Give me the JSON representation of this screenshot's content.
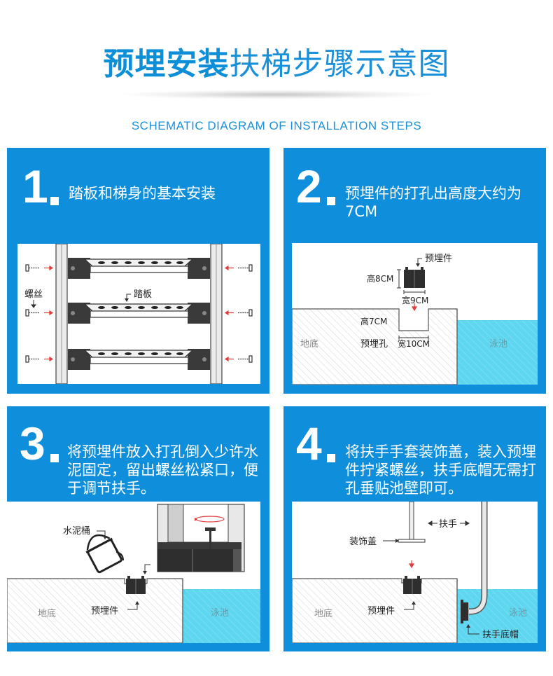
{
  "title": {
    "bold": "预埋安装",
    "rest": "扶梯步骤示意图"
  },
  "subtitle": "SCHEMATIC DIAGRAM OF INSTALLATION STEPS",
  "steps": [
    {
      "num": "1",
      "text": "踏板和梯身的基本安装",
      "labels": {
        "screw": "螺丝",
        "step": "踏板"
      }
    },
    {
      "num": "2",
      "text": "预埋件的打孔出高度大约为7CM",
      "labels": {
        "embed": "预埋件",
        "h8": "高8CM",
        "w9": "宽9CM",
        "h7": "高7CM",
        "ground": "地底",
        "hole": "预埋孔",
        "w10": "宽10CM",
        "pool": "泳池"
      }
    },
    {
      "num": "3",
      "text": "将预埋件放入打孔倒入少许水泥固定，留出螺丝松紧口，便于调节扶手。",
      "labels": {
        "bucket": "水泥桶",
        "ground": "地底",
        "embed": "预埋件",
        "pool": "泳池"
      }
    },
    {
      "num": "4",
      "text": "将扶手手套装饰盖，装入预埋件拧紧螺丝，扶手底帽无需打孔垂贴池壁即可。",
      "labels": {
        "handrail": "扶手",
        "cover": "装饰盖",
        "ground": "地底",
        "embed": "预埋件",
        "pool": "泳池",
        "cap": "扶手底帽"
      }
    }
  ],
  "colors": {
    "panel": "#0f8fdb",
    "title": "#0d8fd8",
    "pool": "#5fd6ef",
    "arrow": "#e23b3b"
  }
}
